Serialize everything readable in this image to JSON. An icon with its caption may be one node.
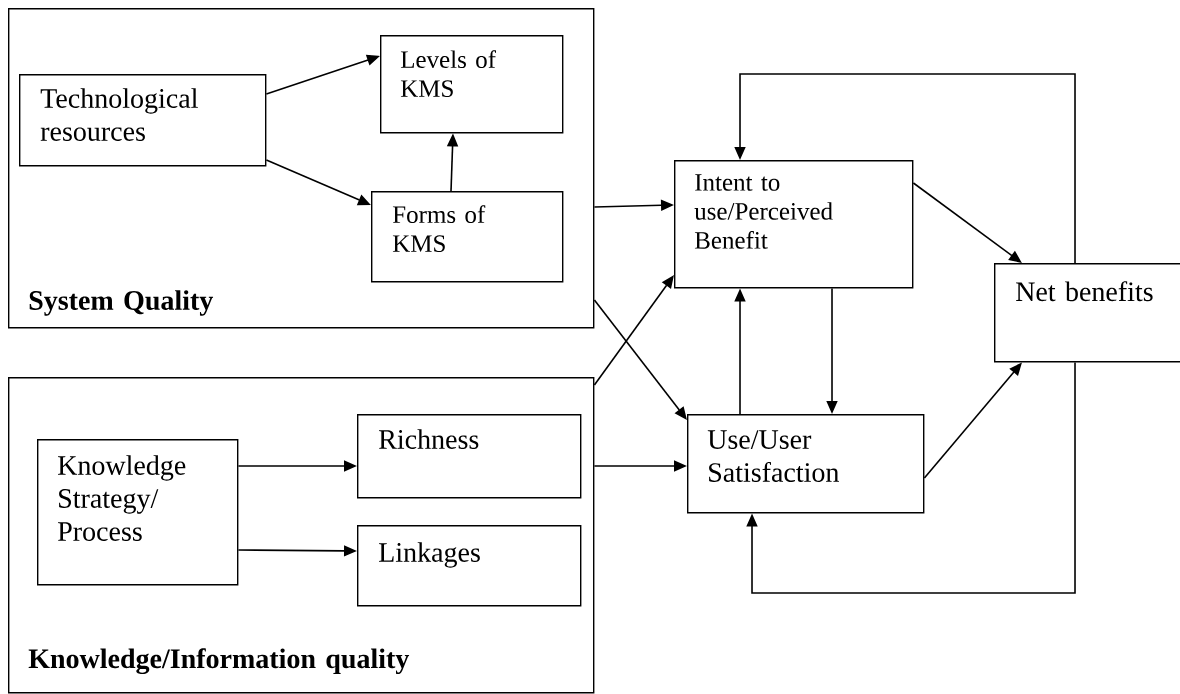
{
  "diagram": {
    "nodes": [
      {
        "text": [
          "System Quality"
        ]
      },
      {
        "text": [
          "Technological resources"
        ],
        "in": 0
      },
      {
        "text": [
          "Levels of KMS"
        ],
        "in": 0
      },
      {
        "text": [
          "Forms of KMS"
        ],
        "in": 0
      },
      {
        "text": [
          "Knowledge/Information quality"
        ]
      },
      {
        "text": [
          "Knowledge Strategy/ Process"
        ],
        "in": 4
      },
      {
        "text": [
          "Richness"
        ],
        "in": 4
      },
      {
        "text": [
          "Linkages"
        ],
        "in": 4
      },
      {
        "text": [
          "Intent to use/Perceived Benefit"
        ]
      },
      {
        "text": [
          "Use/User Satisfaction"
        ]
      },
      {
        "text": [
          "Net benefits"
        ]
      }
    ],
    "edges": [
      {
        "from": 1,
        "to": 2,
        "arrow": "to"
      },
      {
        "from": 1,
        "to": 3,
        "arrow": "to"
      },
      {
        "from": 3,
        "to": 2,
        "arrow": "to"
      },
      {
        "from": 5,
        "to": 6,
        "arrow": "to"
      },
      {
        "from": 5,
        "to": 7,
        "arrow": "to"
      },
      {
        "from": 0,
        "to": 8,
        "arrow": "to"
      },
      {
        "from": 0,
        "to": 9,
        "arrow": "to"
      },
      {
        "from": 4,
        "to": 8,
        "arrow": "to"
      },
      {
        "from": 4,
        "to": 9,
        "arrow": "to"
      },
      {
        "from": 9,
        "to": 8,
        "arrow": "to"
      },
      {
        "from": 8,
        "to": 9,
        "arrow": "to"
      },
      {
        "from": 8,
        "to": 10,
        "arrow": "to"
      },
      {
        "from": 9,
        "to": 10,
        "arrow": "to"
      },
      {
        "from": 10,
        "to": 8,
        "arrow": "to"
      },
      {
        "from": 10,
        "to": 9,
        "arrow": "to"
      }
    ]
  }
}
